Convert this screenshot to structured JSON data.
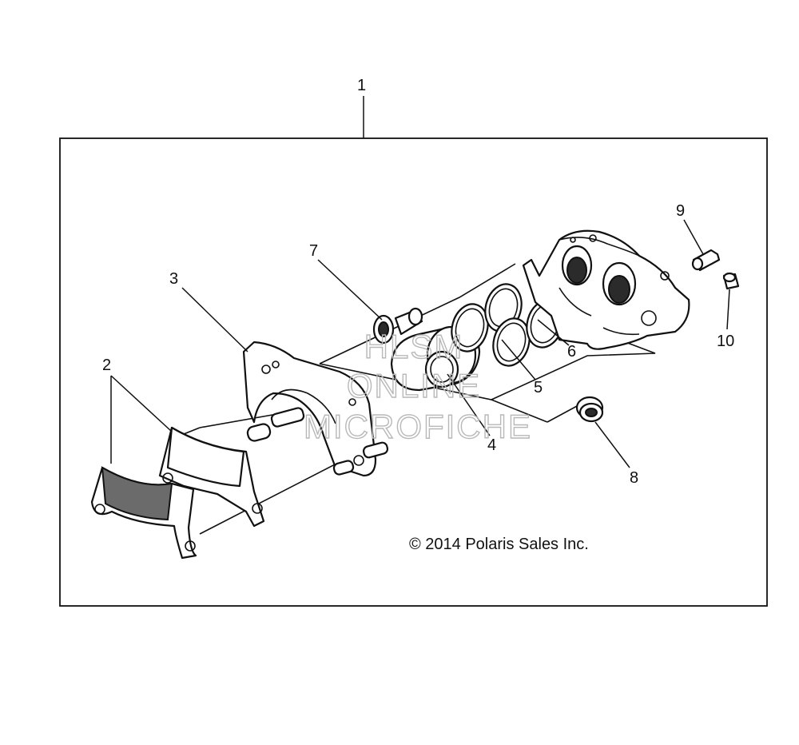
{
  "callouts": [
    "1",
    "2",
    "3",
    "4",
    "5",
    "6",
    "7",
    "8",
    "9",
    "10"
  ],
  "copyright": "© 2014 Polaris Sales Inc.",
  "watermark": [
    "HLSM",
    "ONLINE",
    "MICROFICHE"
  ]
}
